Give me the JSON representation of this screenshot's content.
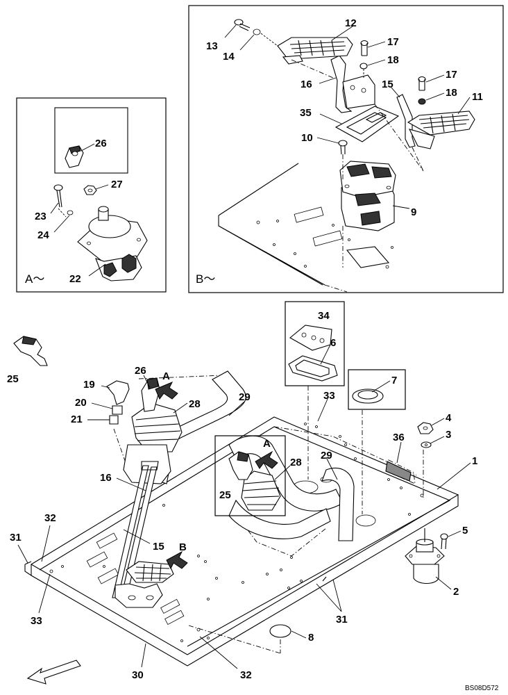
{
  "diagram": {
    "view_a_label": "A～",
    "view_b_label": "B～",
    "arrow_a_label": "A",
    "arrow_b_label": "B",
    "drawing_code": "BS08D572",
    "callouts": {
      "c1": "1",
      "c2": "2",
      "c3": "3",
      "c4": "4",
      "c5": "5",
      "c6": "6",
      "c7": "7",
      "c8": "8",
      "c9": "9",
      "c10": "10",
      "c11": "11",
      "c12": "12",
      "c13": "13",
      "c14": "14",
      "c15a": "15",
      "c15b": "15",
      "c16a": "16",
      "c16b": "16",
      "c17a": "17",
      "c17b": "17",
      "c18a": "18",
      "c18b": "18",
      "c19": "19",
      "c20": "20",
      "c21": "21",
      "c22": "22",
      "c23": "23",
      "c24": "24",
      "c25a": "25",
      "c25b": "25",
      "c26a": "26",
      "c26b": "26",
      "c27": "27",
      "c28a": "28",
      "c28b": "28",
      "c29a": "29",
      "c29b": "29",
      "c30": "30",
      "c31a": "31",
      "c31b": "31",
      "c32a": "32",
      "c32b": "32",
      "c33a": "33",
      "c33b": "33",
      "c34": "34",
      "c35": "35",
      "c36": "36"
    }
  }
}
